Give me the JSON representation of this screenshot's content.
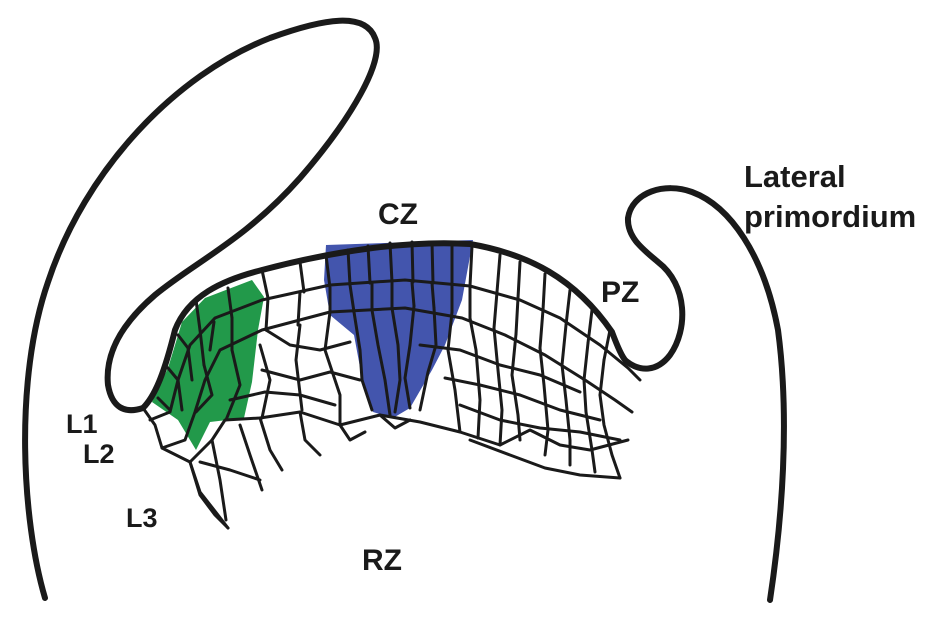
{
  "labels": {
    "cz": "CZ",
    "pz": "PZ",
    "rz": "RZ",
    "l1": "L1",
    "l2": "L2",
    "l3": "L3",
    "lateral_line1": "Lateral",
    "lateral_line2": "primordium"
  },
  "colors": {
    "central_zone_fill": "#4355ad",
    "lateral_cells_fill": "#22994a",
    "outline": "#1a1a1a",
    "background": "#ffffff"
  }
}
